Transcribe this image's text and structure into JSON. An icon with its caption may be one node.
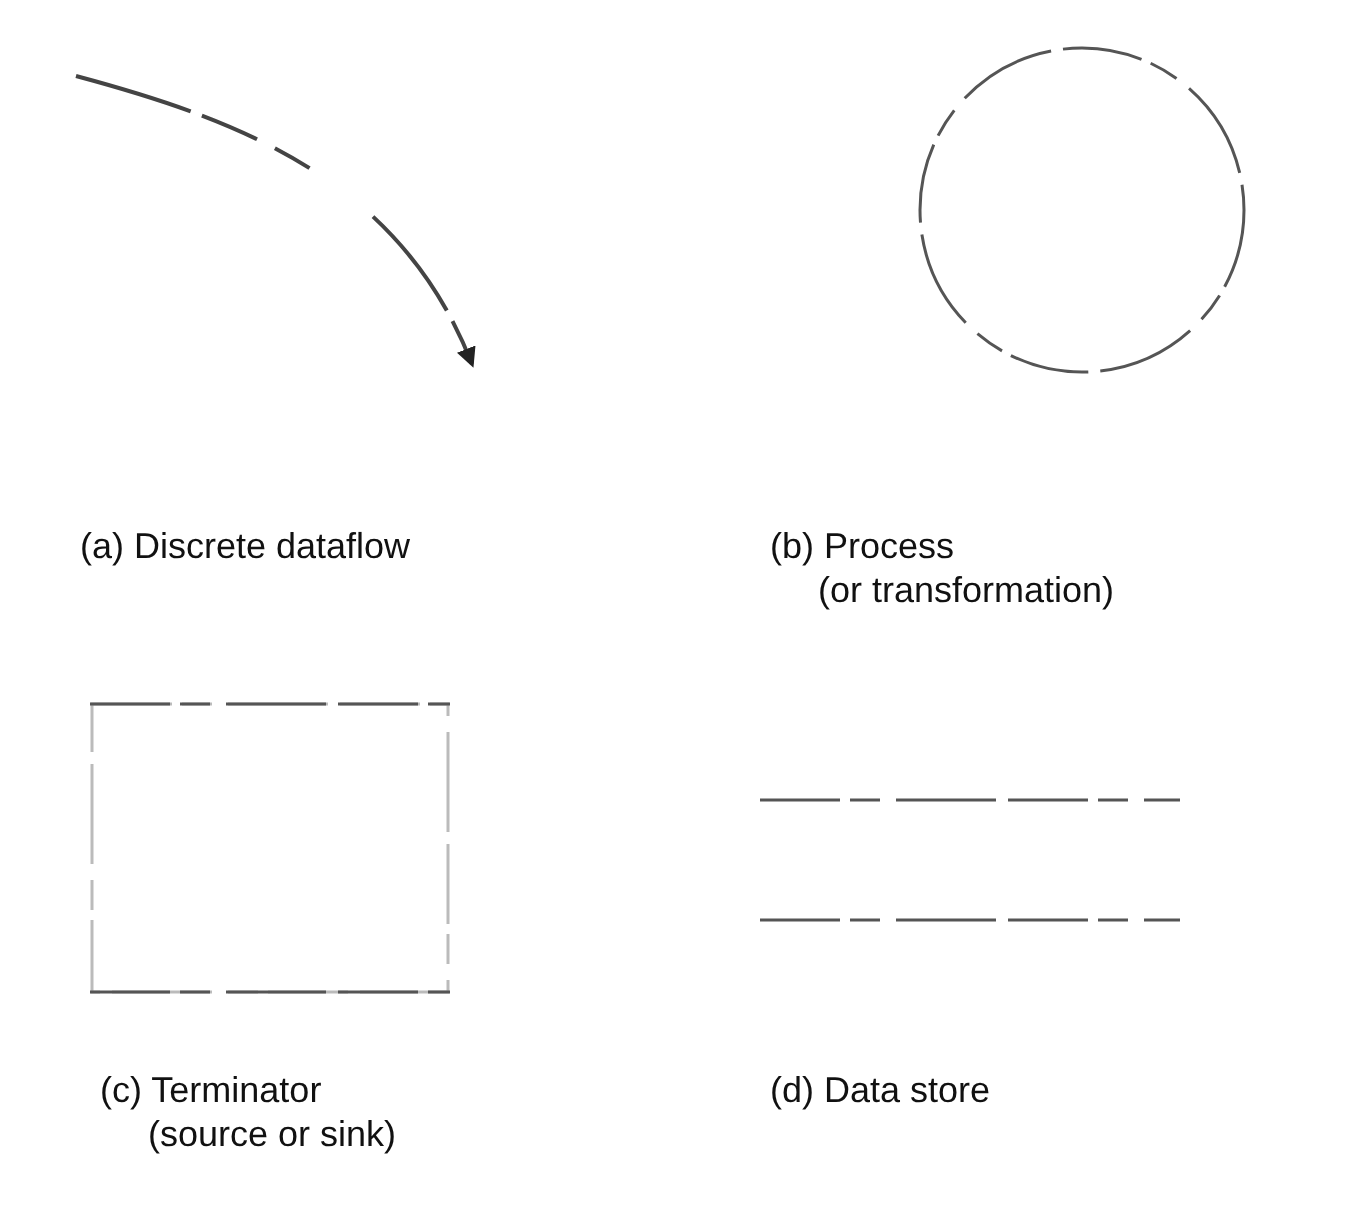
{
  "diagram": {
    "nodes": [
      {
        "text": [],
        "shape": "circle"
      },
      {
        "text": [],
        "shape": "box"
      },
      {
        "text": [],
        "shape": "lines"
      }
    ],
    "labels": [
      "(a) Discrete dataflow",
      "(b) Process (or transformation)",
      "(c) Terminator (source or sink)",
      "(d) Data store"
    ]
  }
}
